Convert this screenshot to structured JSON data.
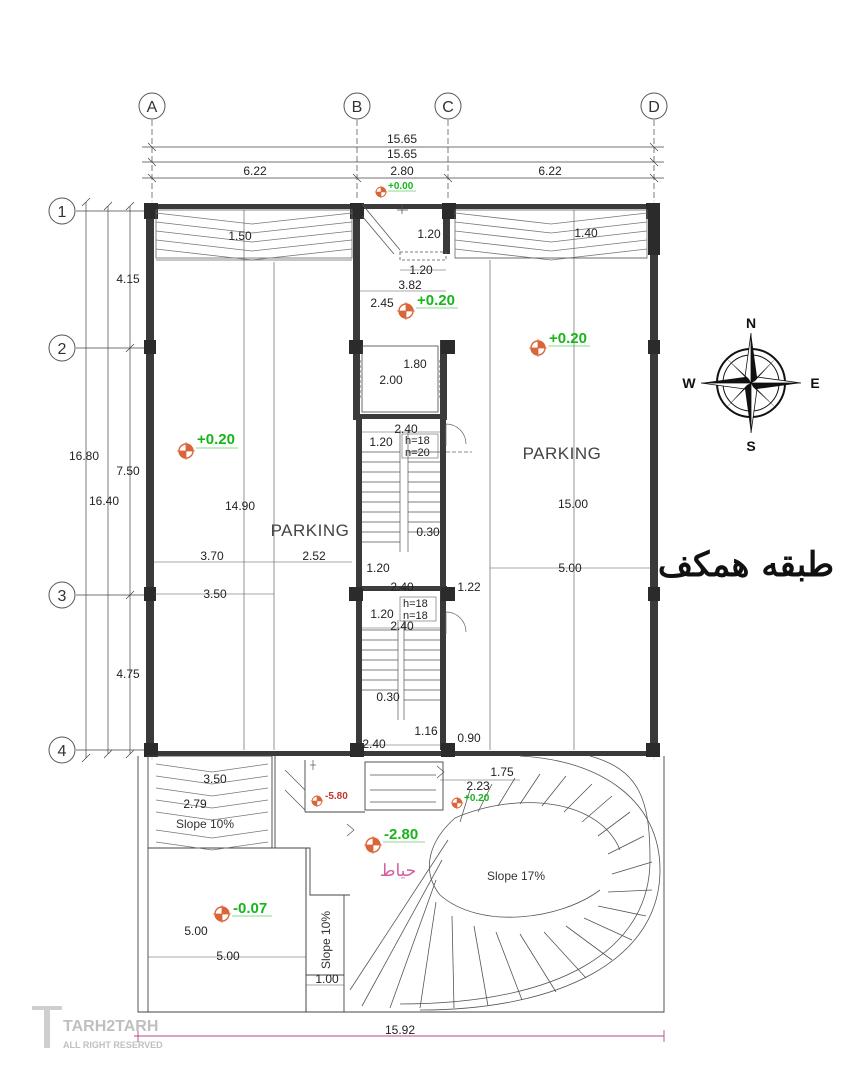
{
  "grid_axes": {
    "columns": [
      "A",
      "B",
      "C",
      "D"
    ],
    "rows": [
      "1",
      "2",
      "3",
      "4"
    ]
  },
  "top_dimensions": {
    "overall_1": "15.65",
    "overall_2": "15.65",
    "left_bay": "6.22",
    "middle_bay": "2.80",
    "right_bay": "6.22"
  },
  "left_dimensions": {
    "total_outer": "16.80",
    "total_inner": "16.40",
    "bay_1_2": "4.15",
    "bay_2_3": "7.50",
    "bay_3_4": "4.75"
  },
  "bottom_dimension": "15.92",
  "room_labels": {
    "parking_left": "PARKING",
    "parking_right": "PARKING",
    "slope_left": "Slope 10%",
    "slope_ramp": "Slope 17%",
    "slope_vertical": "Slope 10%"
  },
  "levels": {
    "entry": "+0.00",
    "lobby": "+0.20",
    "left_parking": "+0.20",
    "right_parking": "+0.20",
    "court": "-2.80",
    "basement_small": "-5.80",
    "landing_small": "+0.20",
    "yard": "-0.07"
  },
  "interior_dimensions": {
    "d_150": "1.50",
    "d_140": "1.40",
    "d_120_a": "1.20",
    "d_120_b": "1.20",
    "d_382": "3.82",
    "d_245": "2.45",
    "d_180": "1.80",
    "d_200": "2.00",
    "d_240_a": "2.40",
    "d_120_c": "1.20",
    "d_1490": "14.90",
    "d_1500": "15.00",
    "d_370": "3.70",
    "d_252": "2.52",
    "d_350_a": "3.50",
    "d_030_a": "0.30",
    "d_120_d": "1.20",
    "d_240_b": "2.40",
    "d_122": "1.22",
    "d_500_a": "5.00",
    "d_120_e": "1.20",
    "d_240_c": "2.40",
    "d_030_b": "0.30",
    "d_116": "1.16",
    "d_240_d": "2.40",
    "d_090": "0.90",
    "d_350_b": "3.50",
    "d_279": "2.79",
    "d_175": "1.75",
    "d_223": "2.23",
    "d_500_b": "5.00",
    "d_500_c": "5.00",
    "d_100": "1.00"
  },
  "stair_counts": {
    "upper_1": "h=18",
    "upper_2": "n=20",
    "lower_1": "h=18",
    "lower_2": "n=18"
  },
  "compass": {
    "north": "N",
    "south": "S",
    "east": "E",
    "west": "W"
  },
  "title_persian": "طبقه همکف",
  "yard_label_persian": "حیاط",
  "watermark": {
    "brand": "TARH2TARH",
    "tagline": "ALL RIGHT RESERVED"
  },
  "colors": {
    "wall": "#3a3a3a",
    "column": "#2b2b2b",
    "level_text": "#17b51b",
    "level_marker": "#d9663a",
    "pink_label": "#d35fa0",
    "bottom_dim_line": "#b5488c"
  }
}
